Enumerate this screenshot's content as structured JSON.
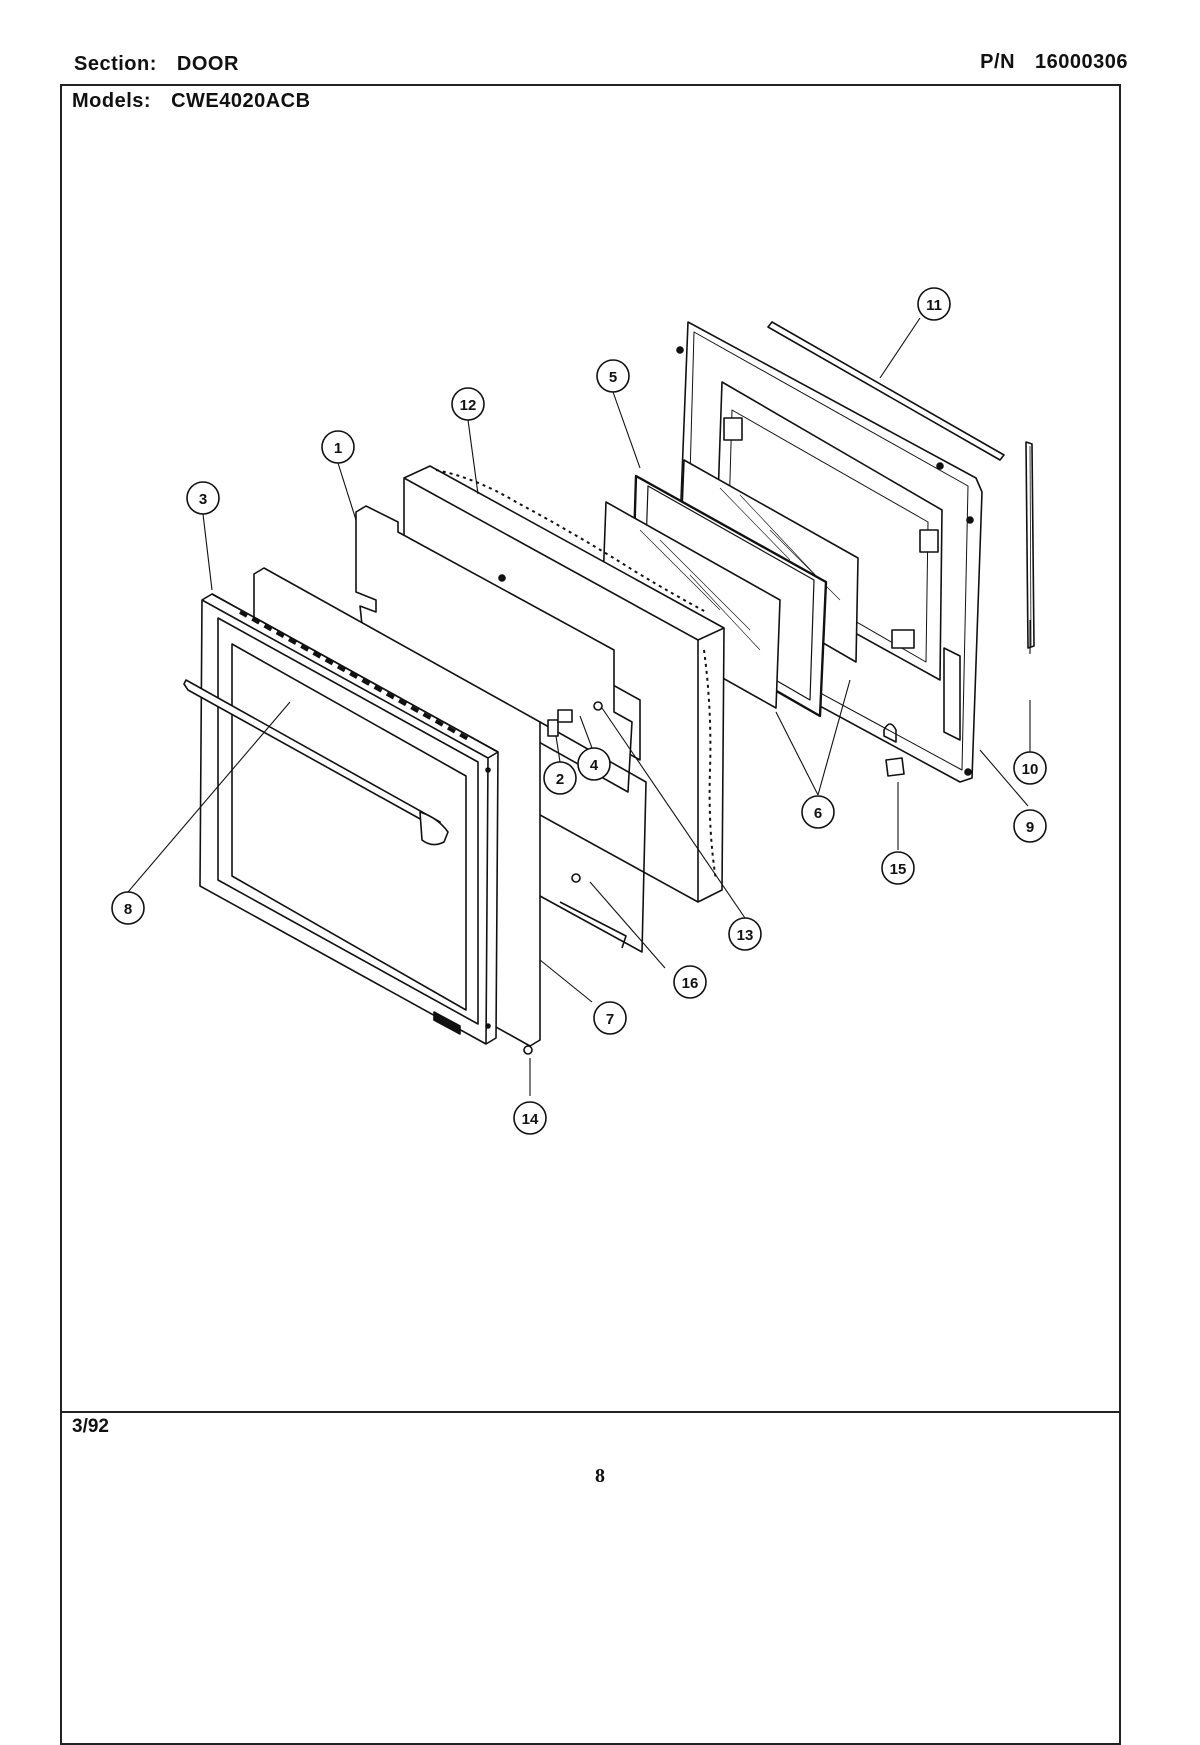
{
  "header": {
    "section_label": "Section:",
    "section_value": "DOOR",
    "pn_label": "P/N",
    "pn_value": "16000306",
    "models_label": "Models:",
    "models_value": "CWE4020ACB"
  },
  "footer": {
    "date": "3/92",
    "page_number": "8"
  },
  "callouts": [
    "1",
    "2",
    "3",
    "4",
    "5",
    "6",
    "7",
    "8",
    "9",
    "10",
    "11",
    "12",
    "13",
    "14",
    "15",
    "16"
  ],
  "colors": {
    "ink": "#111111",
    "paper": "#ffffff"
  }
}
